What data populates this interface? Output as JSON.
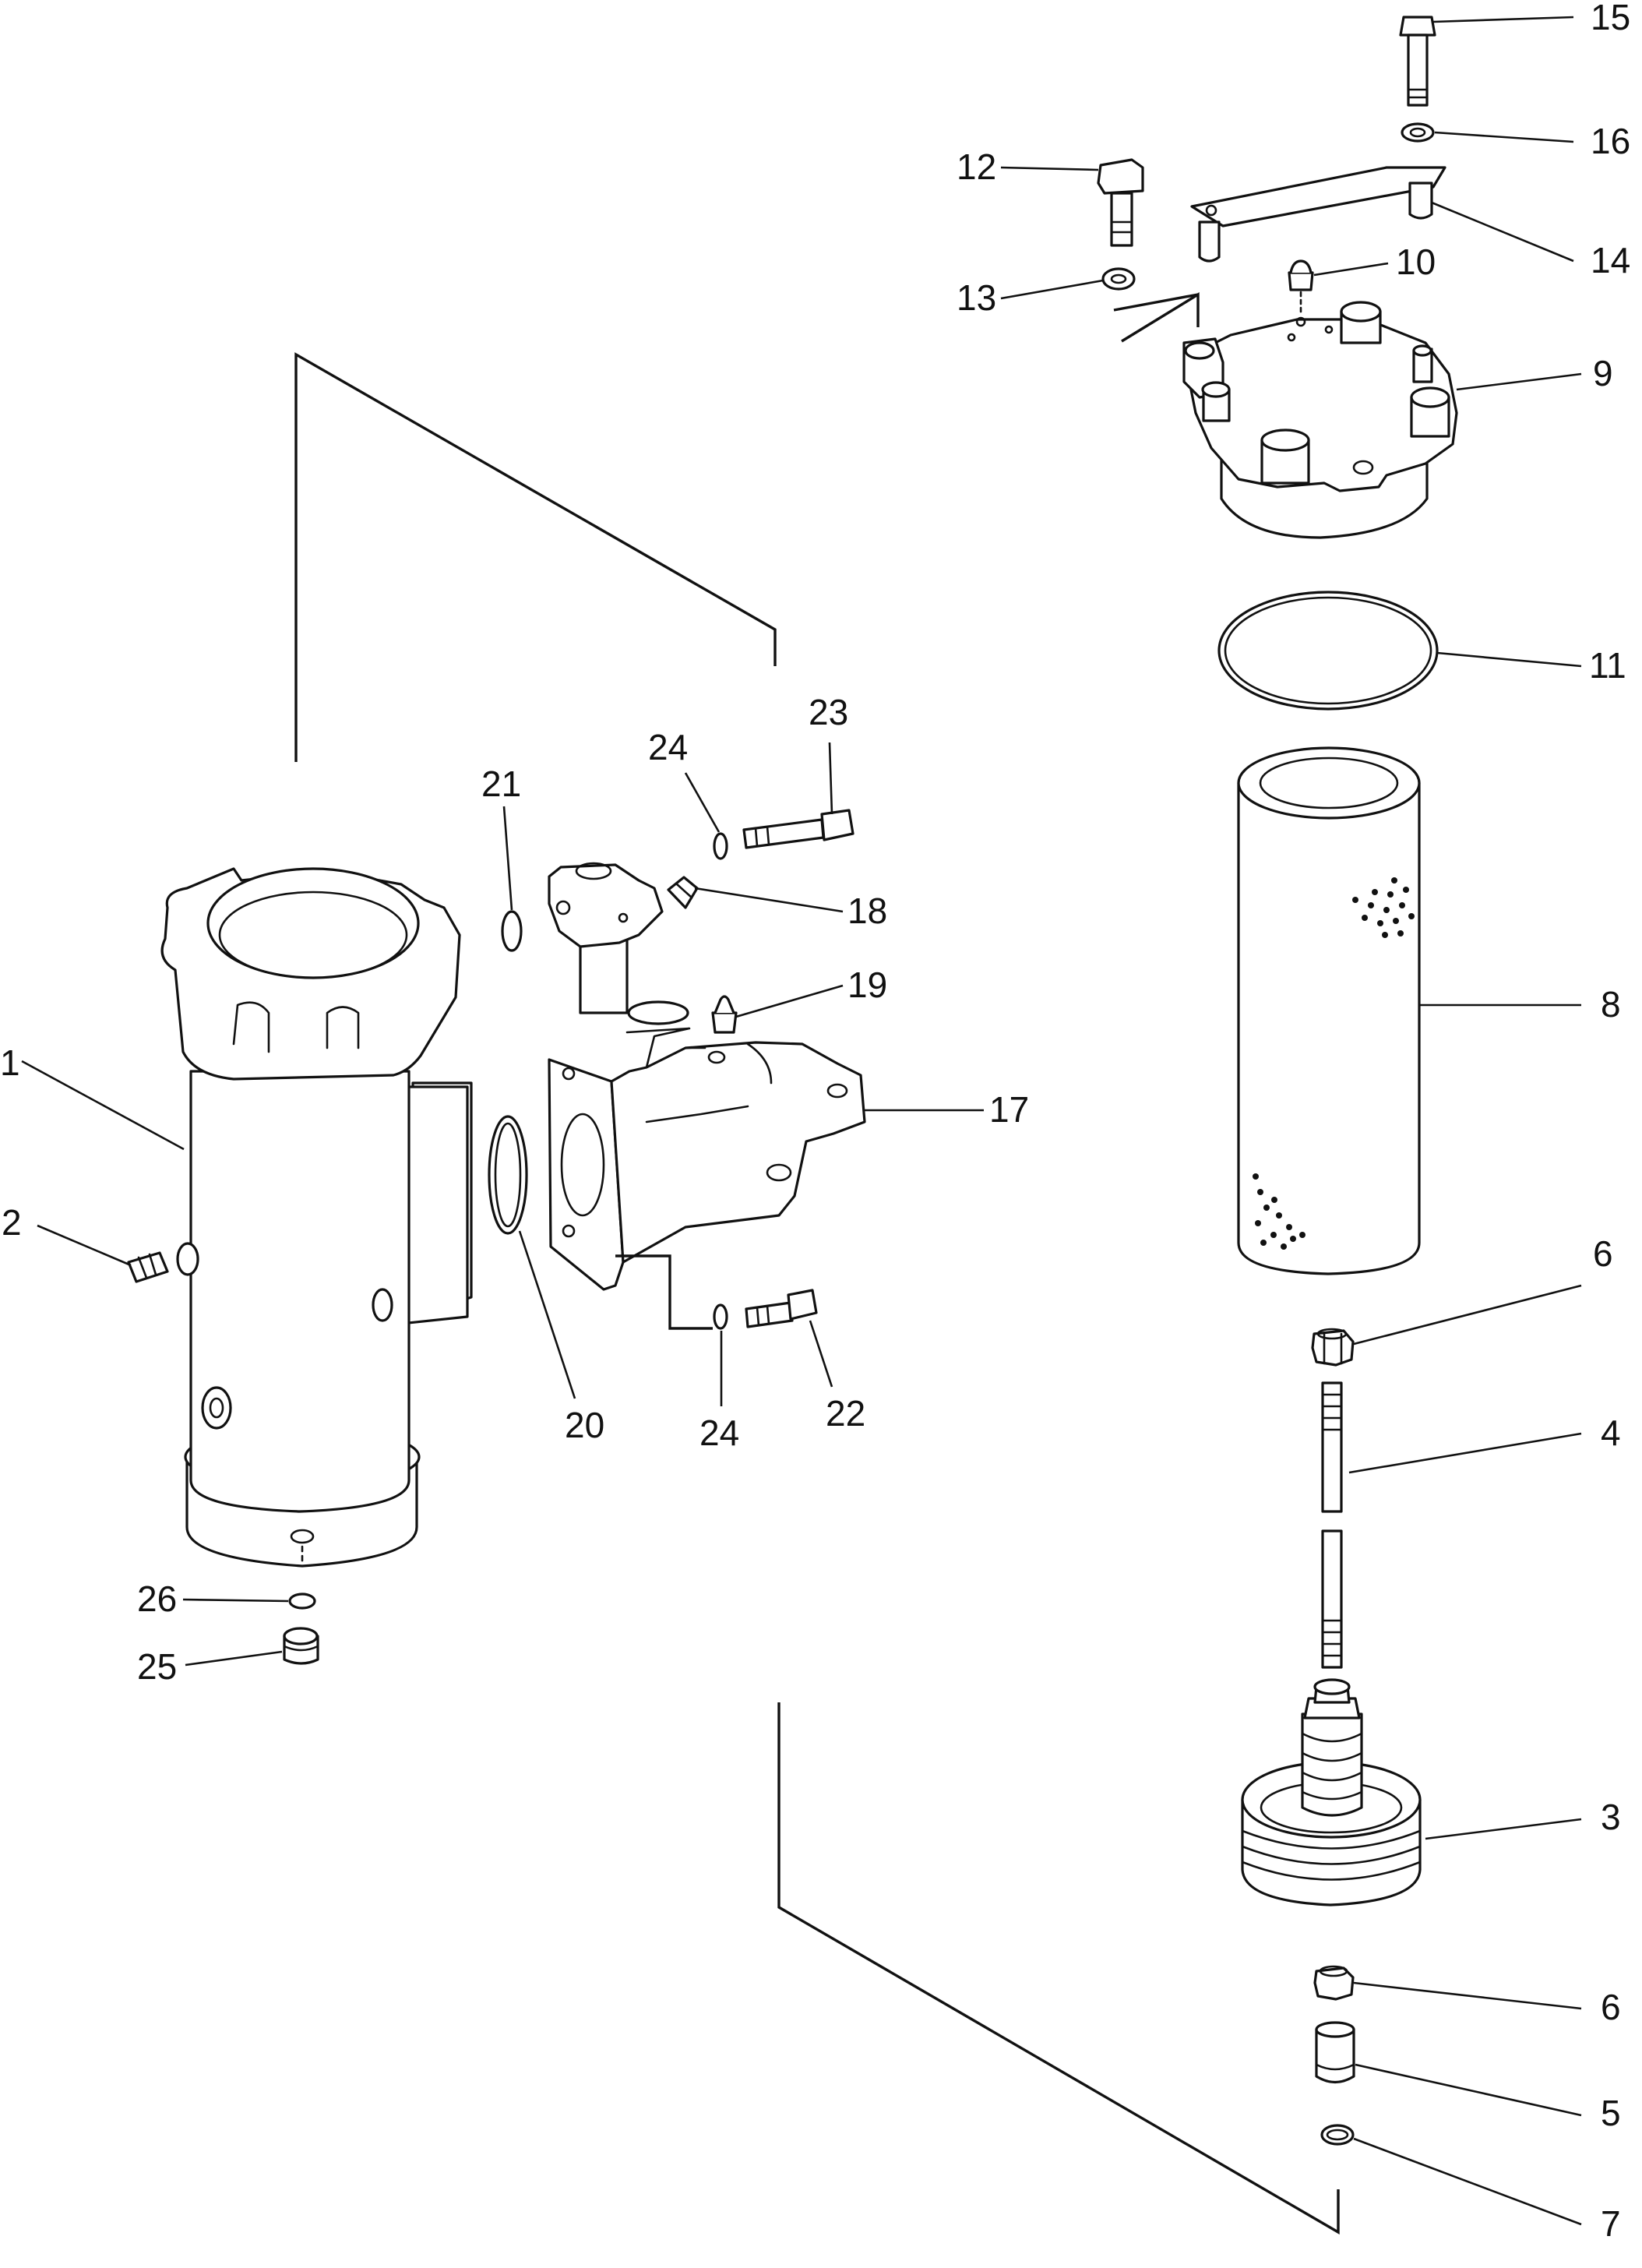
{
  "diagram": {
    "type": "exploded parts diagram",
    "callouts": [
      {
        "id": "1",
        "text": "1"
      },
      {
        "id": "2",
        "text": "2"
      },
      {
        "id": "3",
        "text": "3"
      },
      {
        "id": "4",
        "text": "4"
      },
      {
        "id": "5",
        "text": "5"
      },
      {
        "id": "6a",
        "text": "6"
      },
      {
        "id": "6b",
        "text": "6"
      },
      {
        "id": "7",
        "text": "7"
      },
      {
        "id": "8",
        "text": "8"
      },
      {
        "id": "9",
        "text": "9"
      },
      {
        "id": "10",
        "text": "10"
      },
      {
        "id": "11",
        "text": "11"
      },
      {
        "id": "12",
        "text": "12"
      },
      {
        "id": "13",
        "text": "13"
      },
      {
        "id": "14",
        "text": "14"
      },
      {
        "id": "15",
        "text": "15"
      },
      {
        "id": "16",
        "text": "16"
      },
      {
        "id": "17",
        "text": "17"
      },
      {
        "id": "18",
        "text": "18"
      },
      {
        "id": "19",
        "text": "19"
      },
      {
        "id": "20",
        "text": "20"
      },
      {
        "id": "21",
        "text": "21"
      },
      {
        "id": "22",
        "text": "22"
      },
      {
        "id": "23",
        "text": "23"
      },
      {
        "id": "24a",
        "text": "24"
      },
      {
        "id": "24b",
        "text": "24"
      },
      {
        "id": "25",
        "text": "25"
      },
      {
        "id": "26",
        "text": "26"
      }
    ]
  }
}
